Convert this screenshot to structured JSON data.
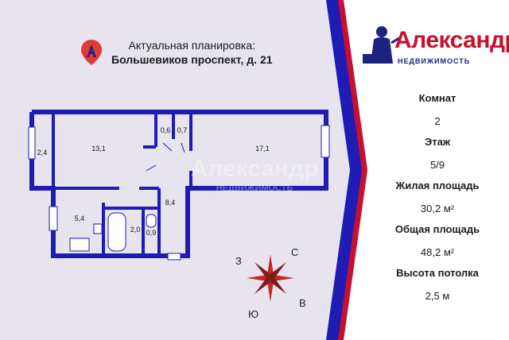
{
  "header": {
    "line1": "Актуальная планировка:",
    "line2": "Большевиков проспект, д. 21"
  },
  "logo": {
    "title": "Александр",
    "subtitle": "НЕДВИЖИМОСТЬ",
    "watermark_title": "Александр",
    "watermark_sub": "НЕДВИЖИМОСТЬ"
  },
  "plan": {
    "rooms": [
      "13,1",
      "17,1",
      "2,4",
      "0,6",
      "0,7",
      "8,4",
      "5,4",
      "2,0",
      "0,9"
    ]
  },
  "compass": {
    "n": "С",
    "s": "Ю",
    "w": "З",
    "e": "В"
  },
  "stats": [
    {
      "label": "Комнат",
      "value": "2"
    },
    {
      "label": "Этаж",
      "value": "5/9"
    },
    {
      "label": "Жилая площадь",
      "value": "30,2 м²"
    },
    {
      "label": "Общая площадь",
      "value": "48,2 м²"
    },
    {
      "label": "Высота потолка",
      "value": "2,5 м"
    }
  ],
  "colors": {
    "wall": "#1f1bb5",
    "accent": "#c8102e",
    "navy": "#1a237e",
    "bg": "#e8e4ee"
  }
}
